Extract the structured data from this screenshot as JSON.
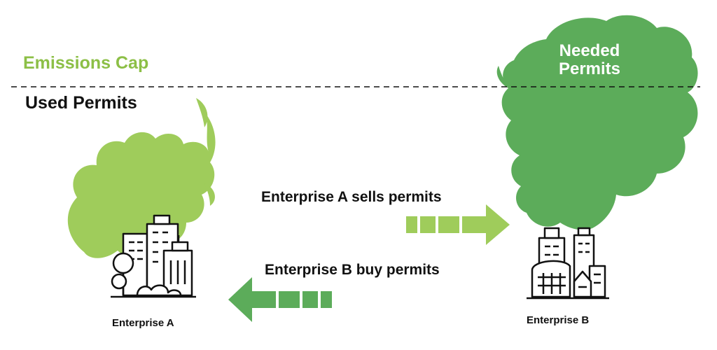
{
  "labels": {
    "emissions_cap": "Emissions Cap",
    "used_permits": "Used Permits",
    "needed_permits_line1": "Needed",
    "needed_permits_line2": "Permits",
    "sell_arrow": "Enterprise A sells permits",
    "buy_arrow": "Enterprise B buy permits",
    "enterprise_a": "Enterprise A",
    "enterprise_b": "Enterprise B"
  },
  "colors": {
    "light_green": "#9fcc5b",
    "dark_green": "#5cac5a",
    "cap_label": "#8cbf46",
    "ink": "#111111"
  },
  "icons": {
    "enterprise_a": "city-buildings-with-trees-icon",
    "enterprise_b": "city-buildings-icon"
  }
}
